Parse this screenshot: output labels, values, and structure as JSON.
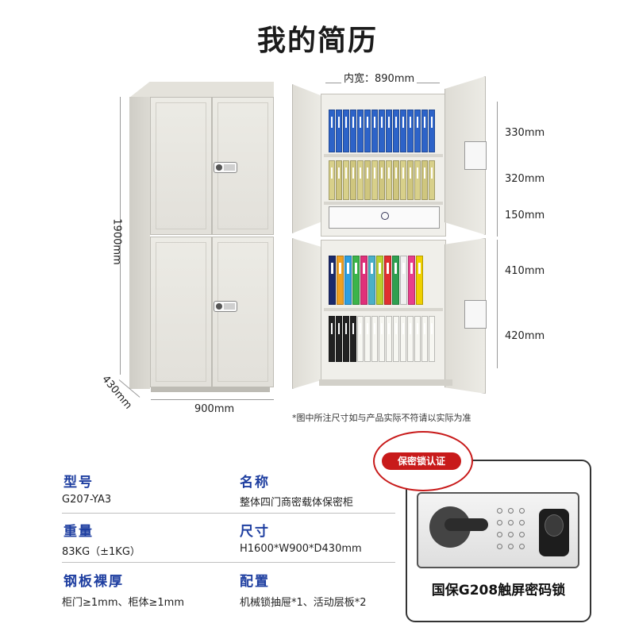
{
  "title": "我的简历",
  "dimensions": {
    "inner_width": "内宽：890mm",
    "height": "1900mm",
    "depth": "430mm",
    "width": "900mm",
    "shelves": [
      "330mm",
      "320mm",
      "150mm",
      "410mm",
      "420mm"
    ]
  },
  "note": "*图中所注尺寸如与产品实际不符请以实际为准",
  "specs": [
    {
      "label": "型号",
      "value": "G207-YA3"
    },
    {
      "label": "名称",
      "value": "整体四门商密载体保密柜"
    },
    {
      "label": "重量",
      "value": "83KG（±1KG）"
    },
    {
      "label": "尺寸",
      "value": "H1600*W900*D430mm"
    },
    {
      "label": "钢板裸厚",
      "value": "柜门≥1mm、柜体≥1mm"
    },
    {
      "label": "配置",
      "value": "机械锁抽屉*1、活动层板*2"
    }
  ],
  "lock": {
    "badge": "保密锁认证",
    "caption": "国保G208触屏密码锁"
  },
  "colors": {
    "spec_label": "#1e3ea0",
    "badge": "#c81a1a",
    "cabinet": "#e8e6e0"
  }
}
